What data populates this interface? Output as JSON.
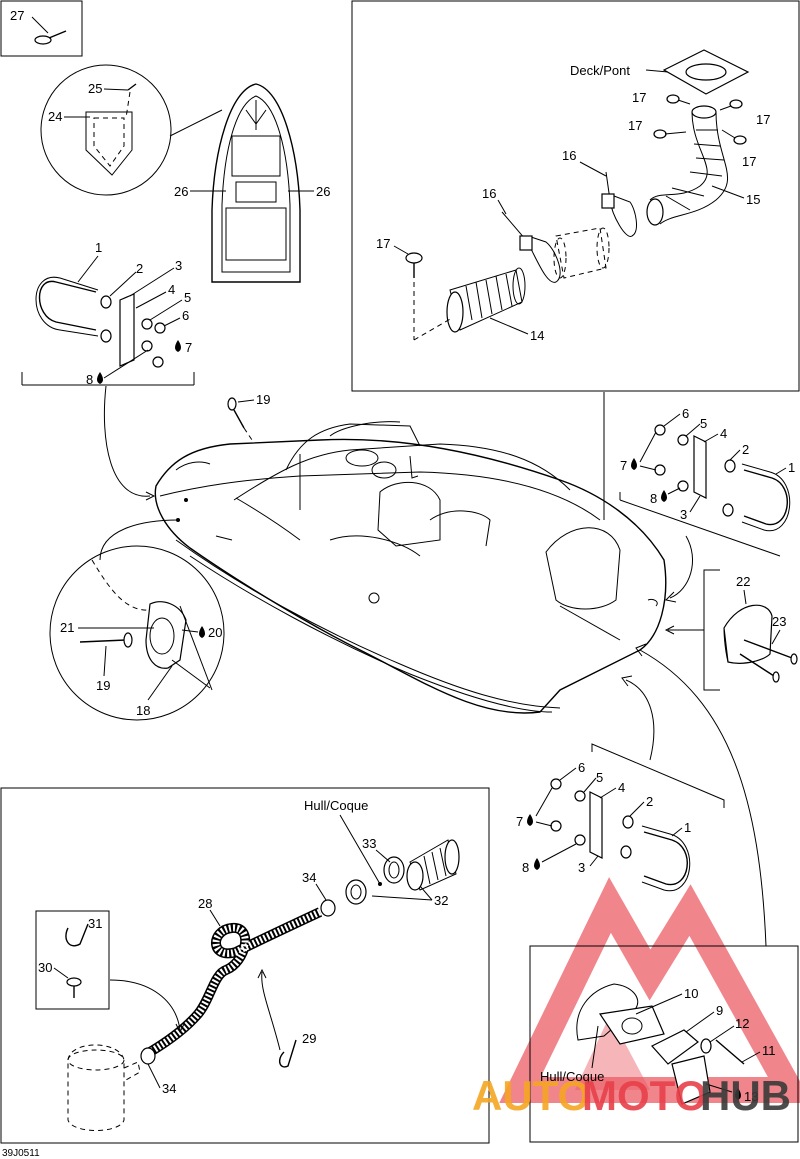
{
  "callouts": {
    "c1a": "1",
    "c2a": "2",
    "c3a": "3",
    "c4a": "4",
    "c5a": "5",
    "c6a": "6",
    "c7a": "7",
    "c8a": "8",
    "c1b": "1",
    "c2b": "2",
    "c3b": "3",
    "c4b": "4",
    "c5b": "5",
    "c6b": "6",
    "c7b": "7",
    "c8b": "8",
    "c1c": "1",
    "c2c": "2",
    "c3c": "3",
    "c4c": "4",
    "c5c": "5",
    "c6c": "6",
    "c7c": "7",
    "c8c": "8",
    "c9": "9",
    "c10": "10",
    "c11": "11",
    "c12": "12",
    "c13": "13",
    "c14": "14",
    "c15": "15",
    "c16a": "16",
    "c16b": "16",
    "c17a": "17",
    "c17b": "17",
    "c17c": "17",
    "c17d": "17",
    "c17e": "17",
    "c18": "18",
    "c19a": "19",
    "c19b": "19",
    "c20": "20",
    "c21": "21",
    "c22": "22",
    "c23": "23",
    "c24": "24",
    "c25": "25",
    "c26a": "26",
    "c26b": "26",
    "c27": "27",
    "c28": "28",
    "c29": "29",
    "c30": "30",
    "c31": "31",
    "c32": "32",
    "c33": "33",
    "c34a": "34",
    "c34b": "34"
  },
  "labels": {
    "deck_pont": "Deck/Pont",
    "hull_coque_top": "Hull/Coque",
    "hull_coque_bottom": "Hull/Coque",
    "figure_code": "39J0511"
  },
  "watermark": {
    "part1": "AUTO",
    "part2": "MOTO",
    "part3": "HUB",
    "color_main": "#e8404a",
    "color_accent": "#f5a623",
    "color_dark": "#3a3a3a"
  }
}
